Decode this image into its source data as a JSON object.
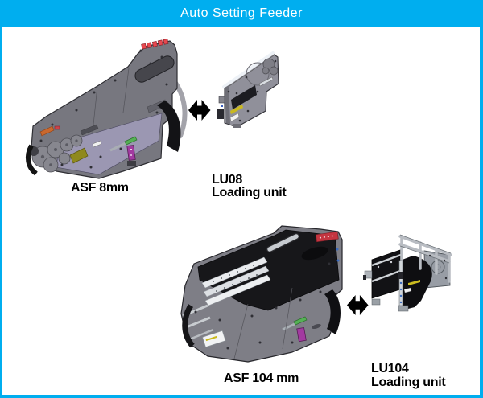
{
  "header": {
    "title": "Auto Setting Feeder"
  },
  "colors": {
    "accent_cyan": "#00AEEF",
    "background": "#FFFFFF",
    "label_text": "#000000",
    "feeder_body_gray": "#77777F",
    "feeder_band_purple": "#9B97B2",
    "feeder_label_olive": "#8F891D",
    "alert_red": "#D4484F",
    "connector_green": "#55B155",
    "connector_magenta": "#A23AA0"
  },
  "sections": [
    {
      "id": "asf8",
      "feeder_label": "ASF 8mm",
      "unit_name": "LU08",
      "unit_desc": "Loading unit",
      "illustration": "asf-8mm-feeder",
      "arrow_icon": "double-headed-arrow"
    },
    {
      "id": "asf104",
      "feeder_label": "ASF 104 mm",
      "unit_name": "LU104",
      "unit_desc": "Loading unit",
      "illustration": "asf-104mm-feeder",
      "arrow_icon": "double-headed-arrow"
    }
  ]
}
